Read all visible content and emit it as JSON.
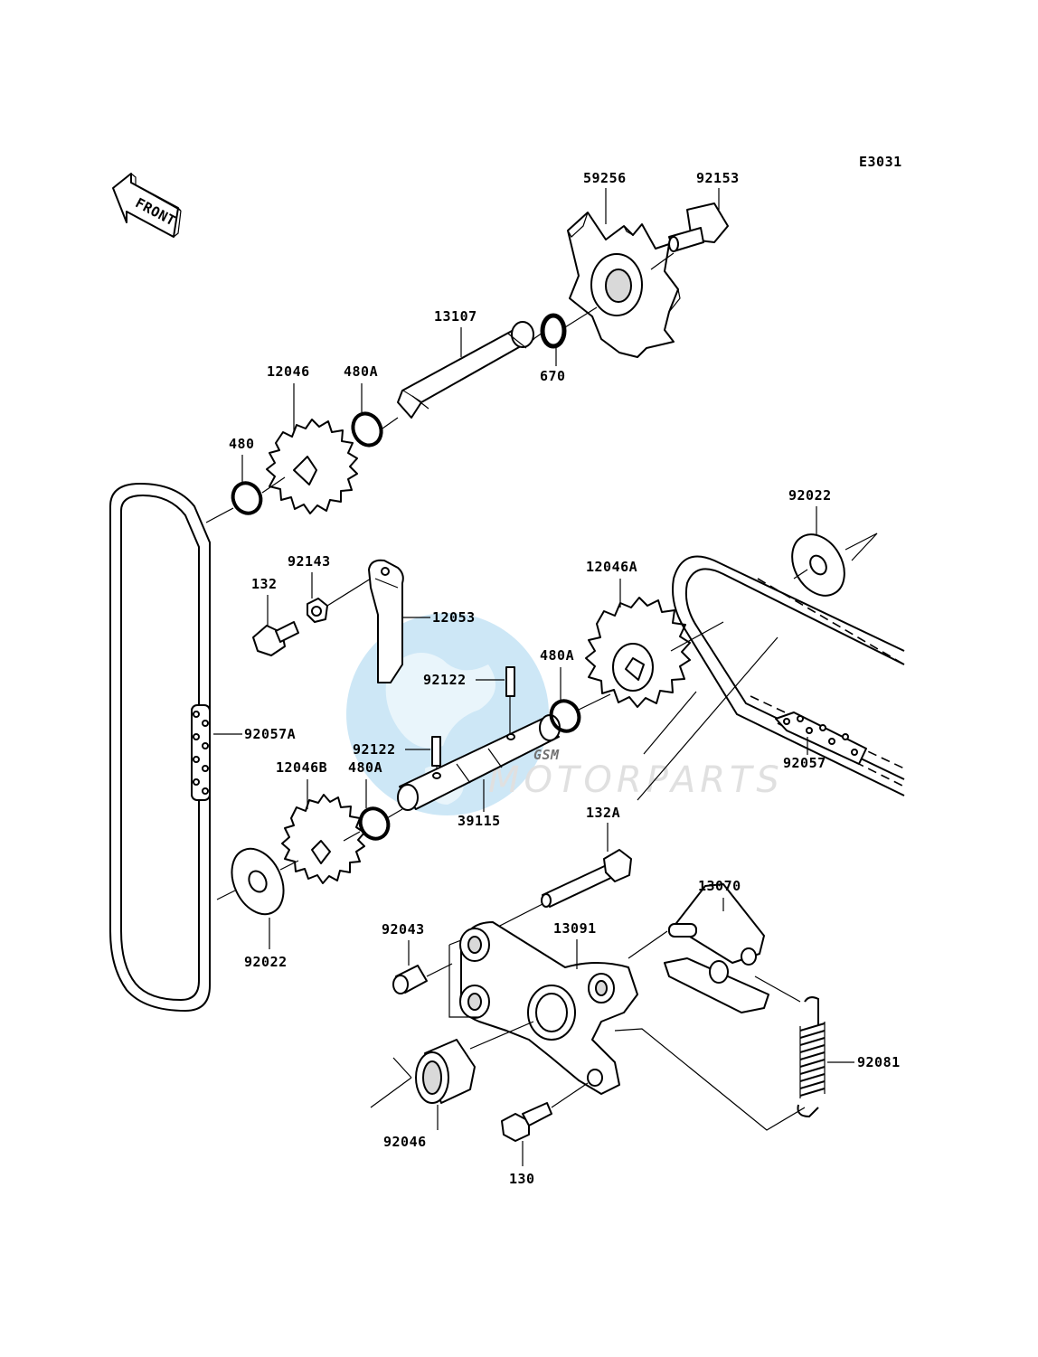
{
  "diagram_code": "E3031",
  "front_indicator": "FRONT",
  "watermark": {
    "brand": "GSM",
    "subtitle": "MOTORPARTS"
  },
  "parts": {
    "p59256": "59256",
    "p92153": "92153",
    "p13107": "13107",
    "p670": "670",
    "p12046": "12046",
    "p480A_top": "480A",
    "p480": "480",
    "p92022_right": "92022",
    "p92143": "92143",
    "p132": "132",
    "p12053": "12053",
    "p12046A": "12046A",
    "p480A_mid": "480A",
    "p92122_upper": "92122",
    "p92122_lower": "92122",
    "p92057A": "92057A",
    "p92057": "92057",
    "p12046B": "12046B",
    "p480A_low": "480A",
    "p39115": "39115",
    "p132A": "132A",
    "p13070": "13070",
    "p92043": "92043",
    "p13091": "13091",
    "p92022_left": "92022",
    "p92081": "92081",
    "p92046": "92046",
    "p130": "130"
  },
  "colors": {
    "line": "#000000",
    "watermark_blue": "#9fd0ec",
    "watermark_gray": "#c8c8c8"
  }
}
